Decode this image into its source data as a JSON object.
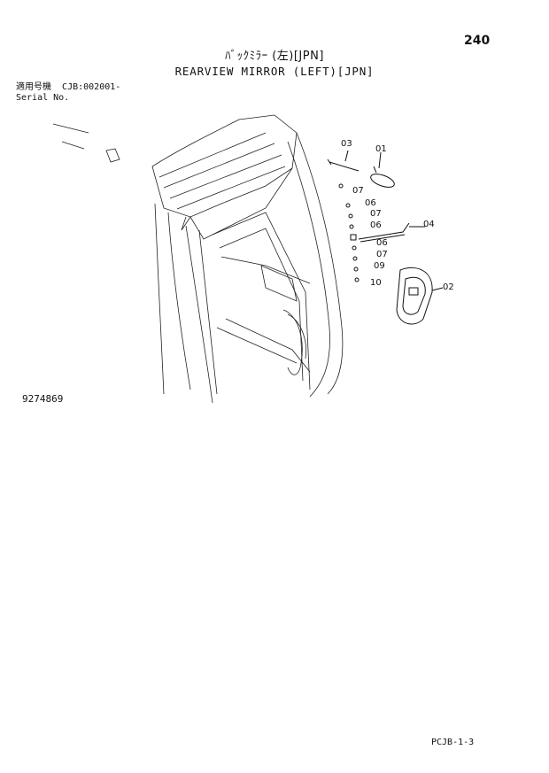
{
  "page_number": "240",
  "title_jp": "ﾊﾞｯｸﾐﾗｰ (左)[JPN]",
  "title_en": "REARVIEW MIRROR (LEFT)[JPN]",
  "serial": {
    "label_jp": "適用号機",
    "value": "CJB:002001-",
    "label_en": "Serial No."
  },
  "figure_id": "9274869",
  "footer_code": "PCJB-1-3",
  "callouts": {
    "c01": "01",
    "c02": "02",
    "c03": "03",
    "c04": "04",
    "c06a": "06",
    "c06b": "06",
    "c06c": "06",
    "c07a": "07",
    "c07b": "07",
    "c07c": "07",
    "c09": "09",
    "c10": "10"
  }
}
